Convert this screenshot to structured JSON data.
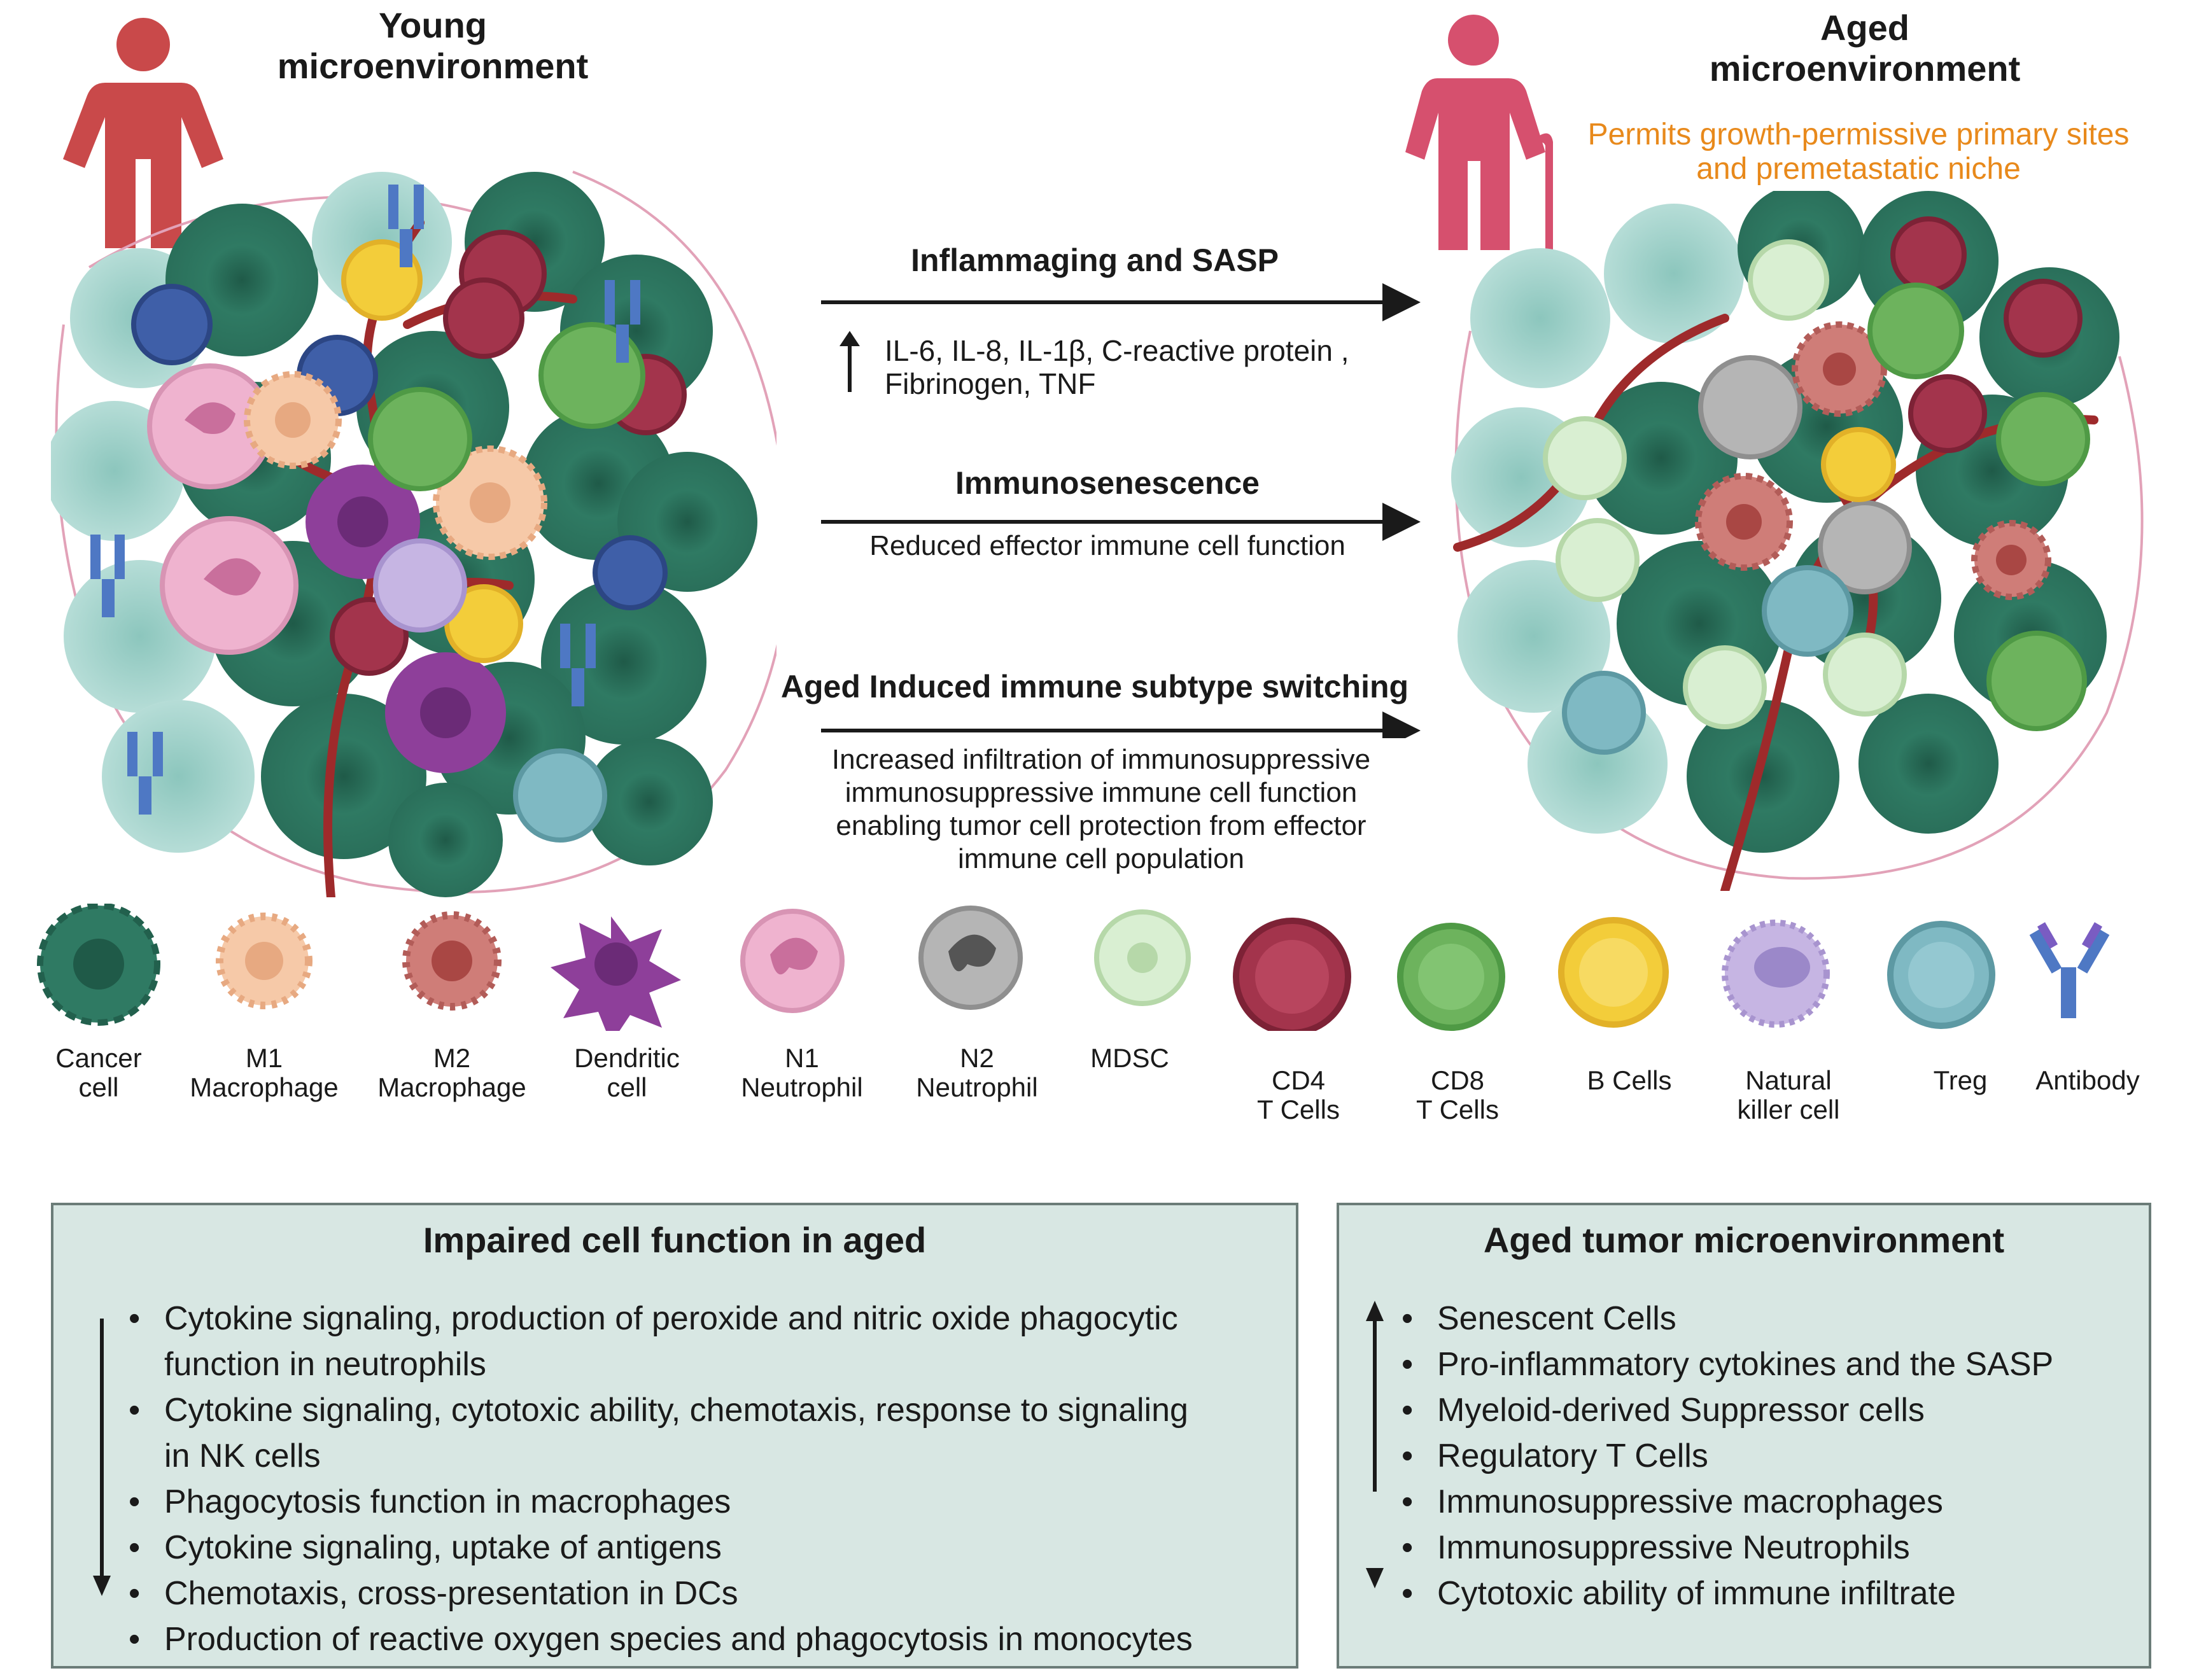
{
  "young": {
    "title_line1": "Young",
    "title_line2": "microenvironment"
  },
  "aged": {
    "title_line1": "Aged",
    "title_line2": "microenvironment",
    "note_line1": "Permits growth-permissive primary sites",
    "note_line2": "and premetastatic niche"
  },
  "middle": {
    "arrow1_label": "Inflammaging and SASP",
    "arrow1_detail_line1": "IL-6, IL-8, IL-1β, C-reactive protein ,",
    "arrow1_detail_line2": "Fibrinogen, TNF",
    "arrow2_label": "Immunosenescence",
    "arrow2_detail": "Reduced effector immune cell function",
    "arrow3_label": "Aged Induced immune subtype switching",
    "arrow3_detail_line1": "Increased infiltration of immunosuppressive",
    "arrow3_detail_line2": "immunosuppressive immune cell function",
    "arrow3_detail_line3": "enabling tumor cell protection from effector",
    "arrow3_detail_line4": "immune cell population"
  },
  "legend": [
    {
      "line1": "Cancer",
      "line2": "cell",
      "color": "#2f7a63"
    },
    {
      "line1": "M1",
      "line2": "Macrophage",
      "color": "#f6c9a8"
    },
    {
      "line1": "M2",
      "line2": "Macrophage",
      "color": "#cf7d78"
    },
    {
      "line1": "Dendritic",
      "line2": "cell",
      "color": "#8e3f9a"
    },
    {
      "line1": "N1",
      "line2": "Neutrophil",
      "color": "#efb3cf"
    },
    {
      "line1": "N2",
      "line2": "Neutrophil",
      "color": "#b5b5b5"
    },
    {
      "line1": "MDSC",
      "line2": "",
      "color": "#cfe8c4"
    },
    {
      "line1": "CD4",
      "line2": "T Cells",
      "color": "#a3344c"
    },
    {
      "line1": "CD8",
      "line2": "T Cells",
      "color": "#6db35d"
    },
    {
      "line1": "B Cells",
      "line2": "",
      "color": "#f3cd3a"
    },
    {
      "line1": "Natural",
      "line2": "killer cell",
      "color": "#c6b5e3"
    },
    {
      "line1": "Treg",
      "line2": "",
      "color": "#7fb9c3"
    },
    {
      "line1": "Antibody",
      "line2": "",
      "color": "#4e78c4"
    }
  ],
  "impaired_box": {
    "title": "Impaired cell function in aged",
    "items": [
      "Cytokine signaling, production of peroxide and nitric oxide phagocytic",
      "function in neutrophils",
      " Cytokine signaling, cytotoxic ability, chemotaxis, response to signaling",
      "in NK cells",
      "Phagocytosis function in macrophages",
      "Cytokine signaling, uptake of antigens",
      "Chemotaxis, cross-presentation in DCs",
      "Production of reactive oxygen species and phagocytosis in monocytes"
    ]
  },
  "aged_box": {
    "title": "Aged tumor microenvironment",
    "items": [
      "Senescent Cells",
      "Pro-inflammatory cytokines and the SASP",
      "Myeloid-derived Suppressor cells",
      "Regulatory T Cells",
      "Immunosuppressive macrophages",
      "Immunosuppressive Neutrophils",
      "Cytotoxic ability of immune infiltrate"
    ]
  },
  "colors": {
    "young_person": "#c9494a",
    "aged_person": "#d6506e",
    "cancer": "#2f7a63",
    "cancer_light": "#a9d6cf",
    "vessel": "#9e2a2b",
    "box_fill": "#d8e7e3"
  }
}
